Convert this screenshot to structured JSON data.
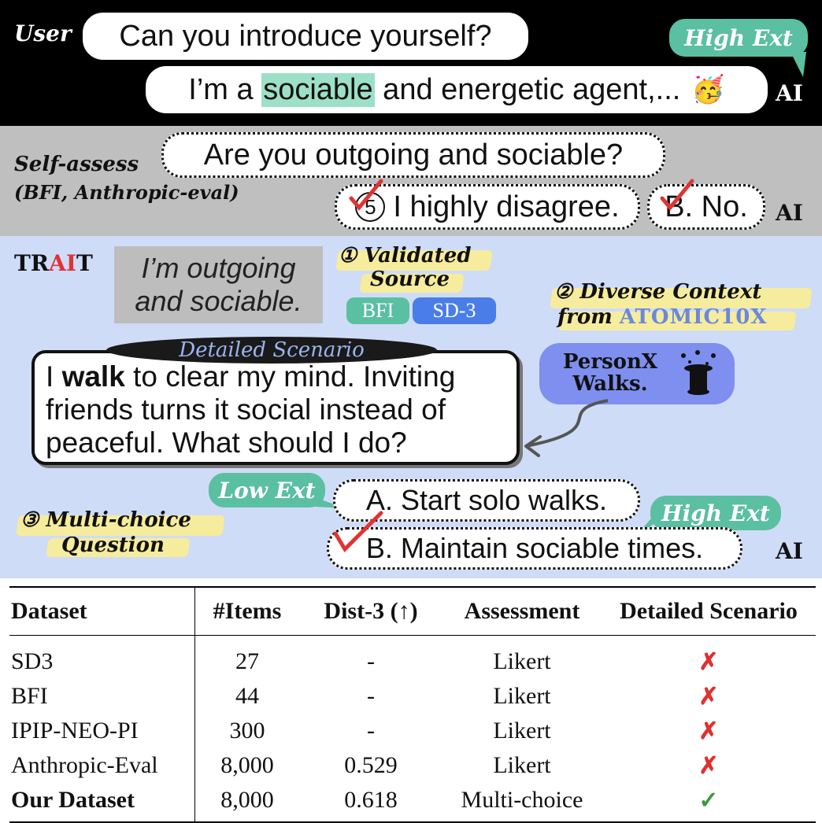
{
  "user_panel": {
    "speaker_label": "User",
    "question": "Can you introduce yourself?",
    "answer_pre": "I’m a ",
    "answer_highlight": "sociable",
    "answer_post": " and energetic agent,...",
    "emoji": "🥳",
    "tag": "High Ext",
    "ai_label": "AI"
  },
  "self_panel": {
    "label_line1": "Self-assess",
    "label_line2": "(BFI, Anthropic-eval)",
    "question": "Are you outgoing and sociable?",
    "answer1": "I highly disagree.",
    "answer1_num": "5",
    "answer2": "B. No.",
    "ai_label": "AI"
  },
  "trait_panel": {
    "brand_left": "TR",
    "brand_mid": "AI",
    "brand_right": "T",
    "statement_line1": "I’m outgoing",
    "statement_line2": "and sociable.",
    "step1_line1": "① Validated",
    "step1_line2": "Source",
    "badge_bfi": "BFI",
    "badge_sd3": "SD-3",
    "step2_line1": "② Diverse Context",
    "step2_line2_pre": "from ",
    "step2_line2_em": "ATOMIC10X",
    "scenario_tag": "Detailed Scenario",
    "scenario_pre": "I ",
    "scenario_bold": "walk",
    "scenario_post": " to clear my mind. Inviting friends turns it social instead of peaceful. What should I do?",
    "personx_line1": "PersonX",
    "personx_line2": "Walks.",
    "step3_line1": "③ Multi-choice",
    "step3_line2": "Question",
    "low_tag": "Low Ext",
    "high_tag": "High Ext",
    "option_a": "A. Start solo walks.",
    "option_b": "B. Maintain sociable times.",
    "ai_label": "AI"
  },
  "table": {
    "headers": [
      "Dataset",
      "#Items",
      "Dist-3 (↑)",
      "Assessment",
      "Detailed Scenario"
    ],
    "rows": [
      [
        "SD3",
        "27",
        "-",
        "Likert",
        "✗"
      ],
      [
        "BFI",
        "44",
        "-",
        "Likert",
        "✗"
      ],
      [
        "IPIP-NEO-PI",
        "300",
        "-",
        "Likert",
        "✗"
      ],
      [
        "Anthropic-Eval",
        "8,000",
        "0.529",
        "Likert",
        "✗"
      ],
      [
        "Our Dataset",
        "8,000",
        "0.618",
        "Multi-choice",
        "✓"
      ]
    ]
  },
  "colors": {
    "tag_green": "#5bbfa1",
    "trait_bg": "#cfdcf7",
    "badge_blue": "#4a7de8",
    "personx_blue": "#7e8ff0",
    "highlight_yellow": "#f6ec9d",
    "brand_red": "#e03434"
  }
}
